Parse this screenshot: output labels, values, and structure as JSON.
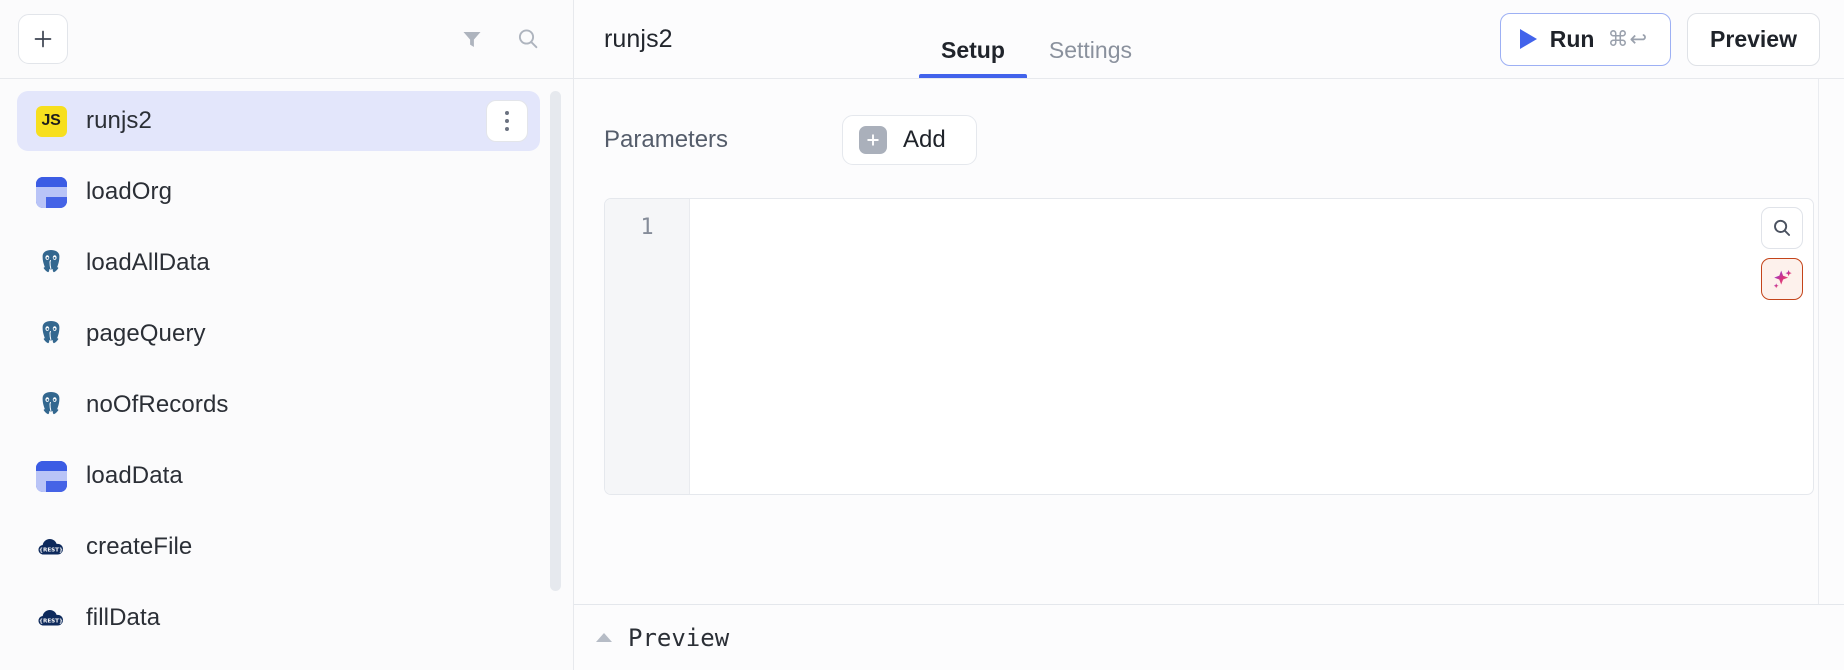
{
  "sidebar": {
    "add_button": {
      "icon": "plus-icon",
      "label": "+"
    },
    "filter_icon": "filter-icon",
    "search_icon": "search-icon",
    "items": [
      {
        "label": "runjs2",
        "icon": "js-icon",
        "active": true,
        "has_menu": true
      },
      {
        "label": "loadOrg",
        "icon": "app-table-icon",
        "active": false,
        "has_menu": false
      },
      {
        "label": "loadAllData",
        "icon": "postgres-icon",
        "active": false,
        "has_menu": false
      },
      {
        "label": "pageQuery",
        "icon": "postgres-icon",
        "active": false,
        "has_menu": false
      },
      {
        "label": "noOfRecords",
        "icon": "postgres-icon",
        "active": false,
        "has_menu": false
      },
      {
        "label": "loadData",
        "icon": "app-table-icon",
        "active": false,
        "has_menu": false
      },
      {
        "label": "createFile",
        "icon": "rest-api-icon",
        "active": false,
        "has_menu": false
      },
      {
        "label": "fillData",
        "icon": "rest-api-icon",
        "active": false,
        "has_menu": false
      }
    ],
    "kebab_icon": "more-vertical-icon"
  },
  "header": {
    "title": "runjs2",
    "tabs": [
      {
        "label": "Setup",
        "active": true
      },
      {
        "label": "Settings",
        "active": false
      }
    ],
    "run_button": {
      "label": "Run",
      "shortcut": "⌘↩",
      "icon": "play-icon"
    },
    "preview_button": {
      "label": "Preview"
    }
  },
  "main": {
    "parameters_label": "Parameters",
    "add_parameter_button": {
      "label": "Add",
      "icon": "plus-icon",
      "plus": "+"
    },
    "editor": {
      "line_numbers": [
        "1"
      ],
      "code": "",
      "search_icon": "search-icon",
      "ai_icon": "sparkles-icon"
    }
  },
  "footer": {
    "preview_label": "Preview",
    "collapse_icon": "caret-up-icon"
  },
  "colors": {
    "accent_blue": "#4263eb",
    "selected_row": "#e3e6fb",
    "js_yellow": "#f7df1e",
    "postgres_blue": "#33678f",
    "rest_navy": "#0e2a5c",
    "ai_border": "#c4441a"
  }
}
